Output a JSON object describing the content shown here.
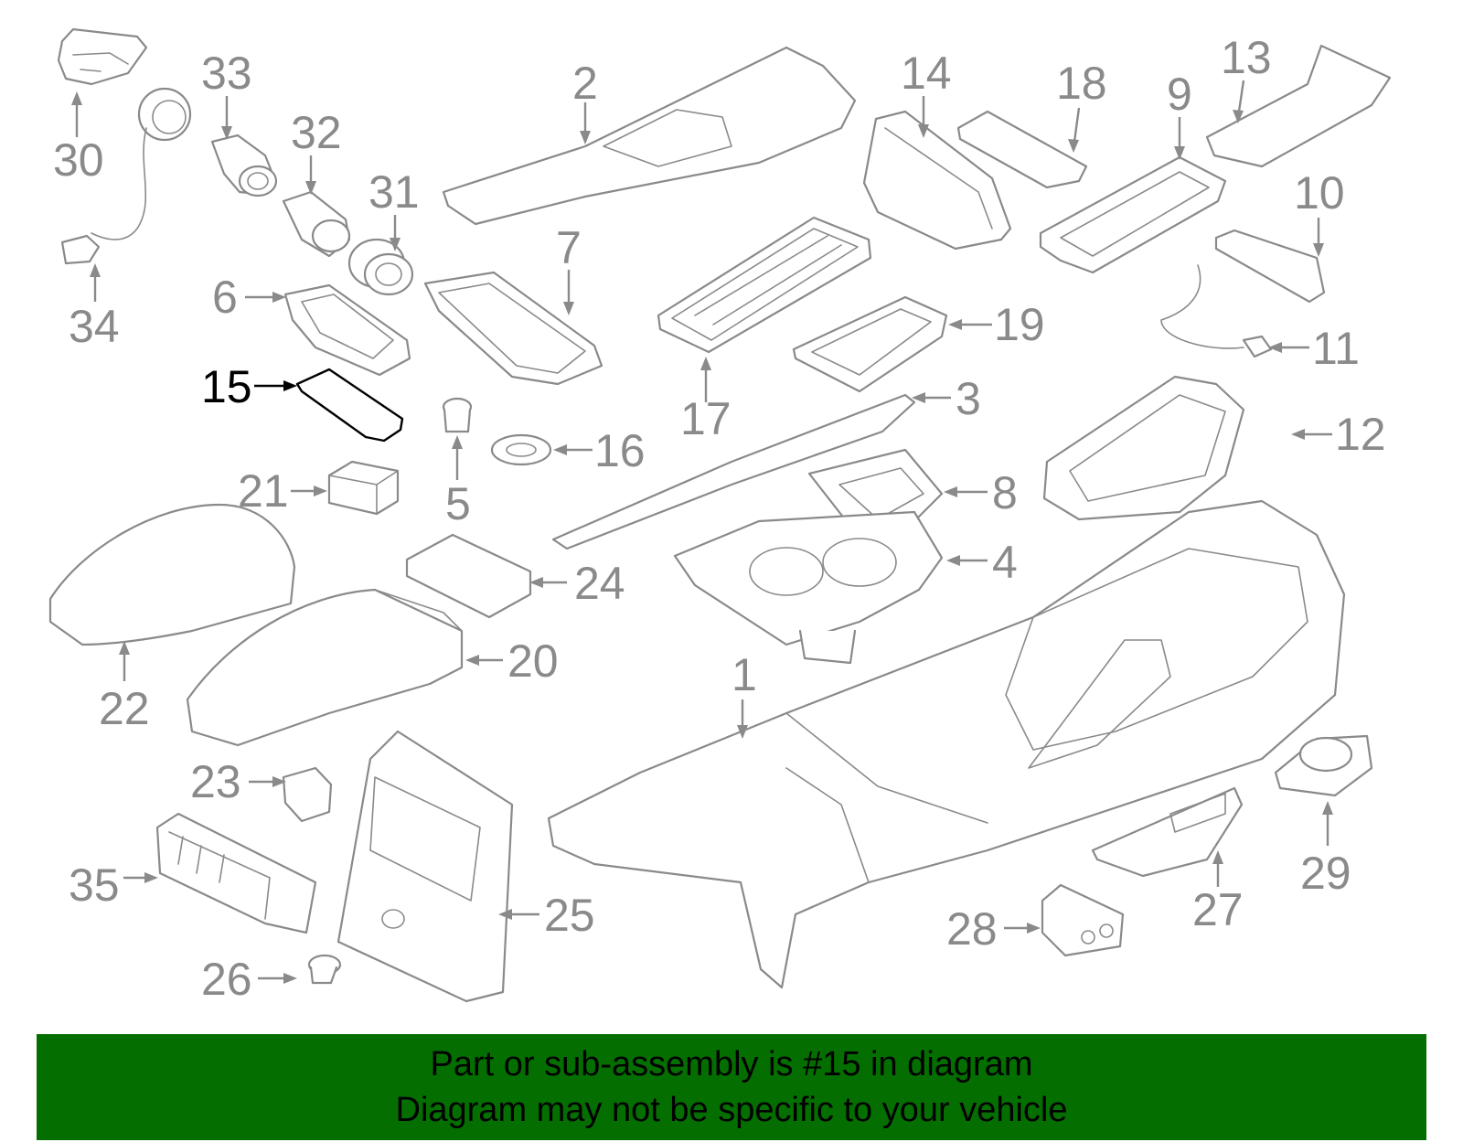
{
  "highlight": {
    "part_number": "15",
    "color": "#046f00",
    "outline_color": "#000000"
  },
  "banner": {
    "line1": "Part or sub-assembly is #15 in diagram",
    "line2": "Diagram may not be specific to your vehicle",
    "background": "#046f00"
  },
  "callouts": {
    "c1": "1",
    "c2": "2",
    "c3": "3",
    "c4": "4",
    "c5": "5",
    "c6": "6",
    "c7": "7",
    "c8": "8",
    "c9": "9",
    "c10": "10",
    "c11": "11",
    "c12": "12",
    "c13": "13",
    "c14": "14",
    "c15": "15",
    "c16": "16",
    "c17": "17",
    "c18": "18",
    "c19": "19",
    "c20": "20",
    "c21": "21",
    "c22": "22",
    "c23": "23",
    "c24": "24",
    "c25": "25",
    "c26": "26",
    "c27": "27",
    "c28": "28",
    "c29": "29",
    "c30": "30",
    "c31": "31",
    "c32": "32",
    "c33": "33",
    "c34": "34",
    "c35": "35"
  }
}
